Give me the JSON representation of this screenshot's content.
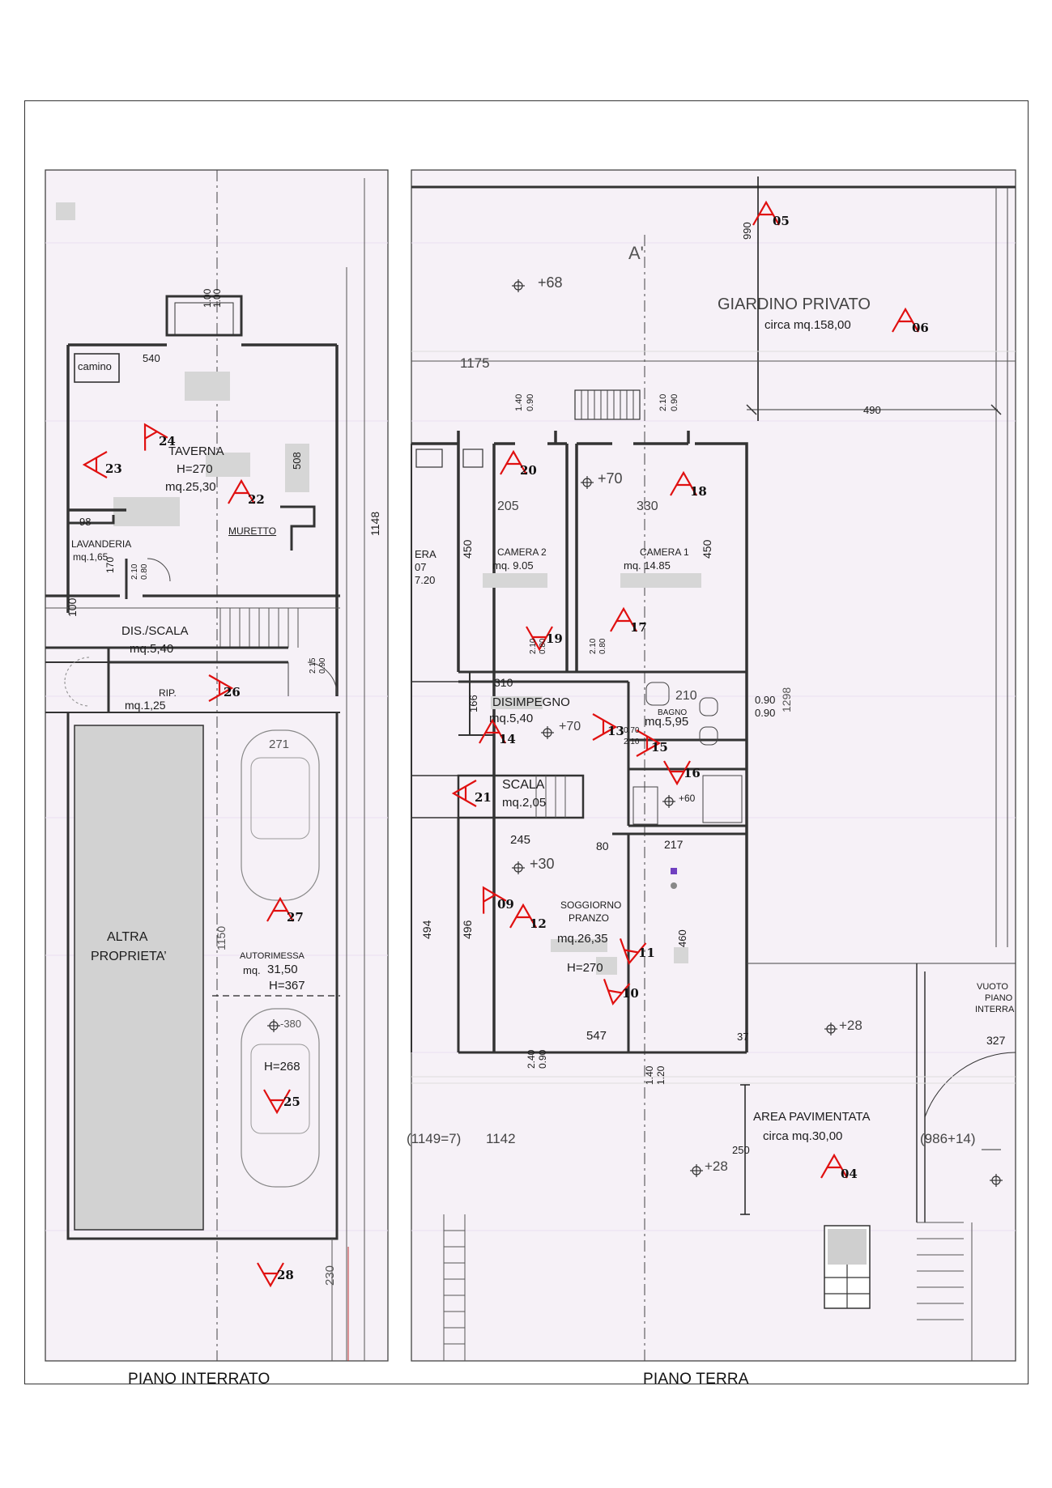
{
  "titles": {
    "left": "PIANO INTERRATO",
    "right": "PIANO TERRA"
  },
  "interrato": {
    "camino": "camino",
    "top_dim": "540",
    "door_top": "1.00",
    "door_top2": "1.00",
    "taverna": {
      "name": "TAVERNA",
      "height": "H=270",
      "area": "mq.25,30"
    },
    "dim_508": "508",
    "dim_98": "98",
    "muretto": "MURETTO",
    "lavanderia": {
      "name": "LAVANDERIA",
      "area": "mq.1,65"
    },
    "dim_170": "170",
    "door_lav_a": "0.80",
    "door_lav_b": "2.10",
    "dim_1148": "1148",
    "dim_100": "100",
    "dis_scala": {
      "name": "DIS./SCALA",
      "area": "mq.5,40"
    },
    "door_dis_a": "0.90",
    "door_dis_b": "2.15",
    "rip": {
      "name": "RIP.",
      "area": "mq.1,25"
    },
    "dim_271": "271",
    "altra": {
      "line1": "ALTRA",
      "line2": "PROPRIETA’"
    },
    "dim_1150": "1150",
    "autorimessa": {
      "name": "AUTORIMESSA",
      "area_prefix": "mq.",
      "area": "31,50",
      "height": "H=367"
    },
    "level_380": "-380",
    "h268": "H=268",
    "dim_230": "230"
  },
  "terra": {
    "label_a": "A'",
    "level_68": "+68",
    "dim_990": "990",
    "giardino": {
      "name": "GIARDINO  PRIVATO",
      "area": "circa mq.158,00"
    },
    "dim_1175": "1175",
    "dim_490": "490",
    "door_a1": "0.90",
    "door_a2": "1.40",
    "door_b1": "0.90",
    "door_b2": "2.10",
    "level_70a": "+70",
    "dim_205": "205",
    "dim_330": "330",
    "camera2": {
      "name": "CAMERA 2",
      "area": "mq.  9.05"
    },
    "camera1": {
      "name": "CAMERA 1",
      "area": "mq.  14.85"
    },
    "dim_450a": "450",
    "dim_450b": "450",
    "camera_cut": {
      "line1": "ERA",
      "line2": "07",
      "line3": "7.20"
    },
    "door_c1": "0.80",
    "door_c2": "2.10",
    "door_d1": "0.80",
    "door_d2": "2.10",
    "dim_310": "310",
    "disimpegno": {
      "name": "DISIMPEGNO",
      "area": "mq.5,40"
    },
    "dim_166": "166",
    "level_70b": "+70",
    "dim_210": "210",
    "bagno": {
      "name": "BAGNO",
      "area": "mq.5,95"
    },
    "bagno_door1": "0.90",
    "bagno_door2": "0.90",
    "bagno_w1": "0.70",
    "bagno_w2": "2.10",
    "dim_1298": "1298",
    "scala": {
      "name": "SCALA",
      "area": "mq.2,05"
    },
    "level_60": "+60",
    "dim_245": "245",
    "dim_80": "80",
    "dim_217": "217",
    "level_30": "+30",
    "dim_494": "494",
    "dim_496": "496",
    "soggiorno": {
      "line1": "SOGGIORNO",
      "line2": "PRANZO",
      "area": "mq.26,35",
      "height": "H=270"
    },
    "dim_460": "460",
    "dim_547": "547",
    "dim_37": "37",
    "vuoto": {
      "line1": "VUOTO",
      "line2": "PIANO",
      "line3": "INTERRA"
    },
    "level_28a": "+28",
    "dim_327": "327",
    "door_e1": "0.90",
    "door_e2": "2.40",
    "door_f1": "1.20",
    "door_f2": "1.40",
    "area_pav": {
      "name": "AREA PAVIMENTATA",
      "area": "circa mq.30,00"
    },
    "dim_250": "250",
    "dim_1149": "(1149=7)",
    "dim_1142": "1142",
    "dim_986": "(986+14)",
    "level_28b": "+28"
  },
  "markers": [
    "04",
    "05",
    "06",
    "09",
    "10",
    "11",
    "12",
    "13",
    "14",
    "15",
    "16",
    "17",
    "18",
    "19",
    "20",
    "21",
    "22",
    "23",
    "24",
    "25",
    "26",
    "27",
    "28"
  ],
  "colors": {
    "marker": "#e01010",
    "line": "#333333",
    "shade": "#d4d4d4",
    "panel": "#f3eef6"
  }
}
